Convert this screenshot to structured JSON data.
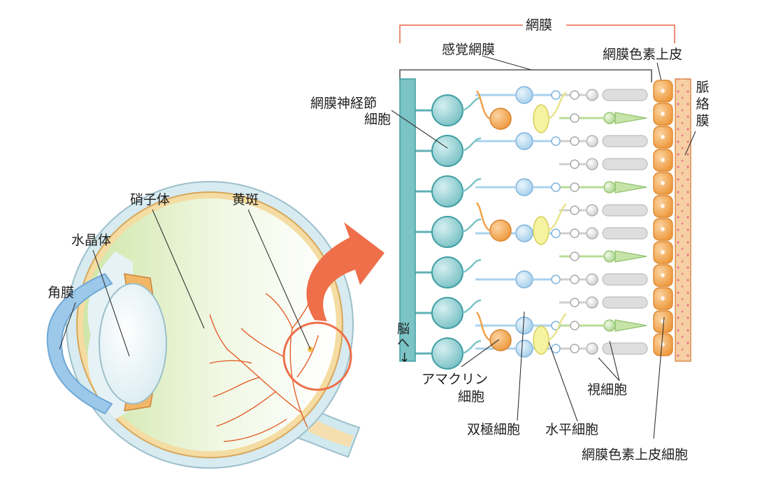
{
  "labels": {
    "retina": "網膜",
    "sensory_retina": "感覚網膜",
    "rpe": "網膜色素上皮",
    "ganglion_line1": "網膜神経節",
    "ganglion_line2": "細胞",
    "choroid": "脈絡膜",
    "to_brain": "脳へ",
    "to_brain_arrow": "↓",
    "vitreous": "硝子体",
    "macula": "黄斑",
    "lens": "水晶体",
    "cornea": "角膜",
    "amacrine_line1": "アマクリン",
    "amacrine_line2": "細胞",
    "photoreceptor": "視細胞",
    "bipolar": "双極細胞",
    "horizontal": "水平細胞",
    "rpe_cell": "網膜色素上皮細胞"
  },
  "colors": {
    "bracket": "#e8674a",
    "callout": "#ee6f4a",
    "nerve": "#7cc3c6",
    "nerve_dark": "#3f9ea3",
    "amacrine": "#f0a24a",
    "bipolar": "#a8d2ee",
    "horizontal": "#f3f08a",
    "cone": "#b8dc95",
    "rod": "#d6d6d6",
    "rpe": "#f6b15a",
    "choroid": "#f7cfa4",
    "vessel": "#e2551e"
  }
}
